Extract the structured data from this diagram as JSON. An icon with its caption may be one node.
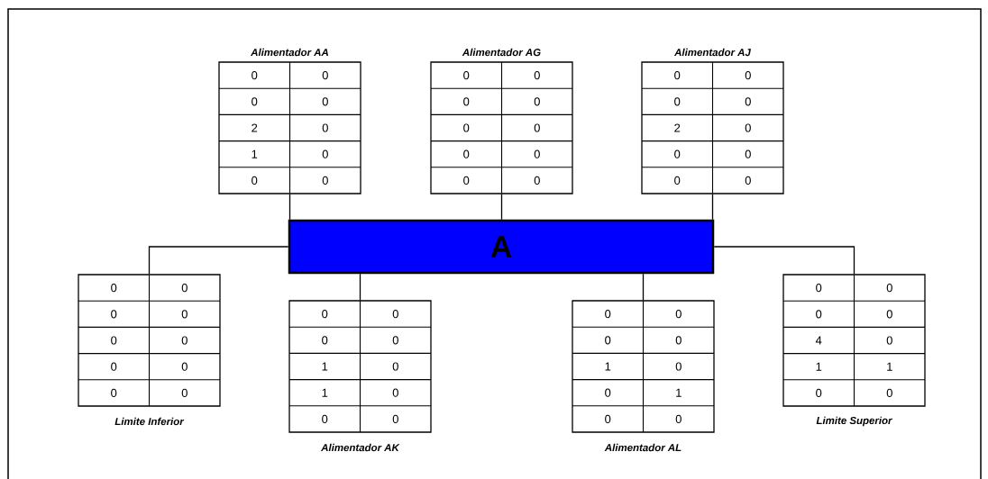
{
  "diagram": {
    "nodes": [
      {
        "text": [
          "Alimentador AA",
          "0",
          "0",
          "0",
          "0",
          "2",
          "0",
          "1",
          "0",
          "0",
          "0"
        ]
      },
      {
        "text": [
          "Alimentador AG",
          "0",
          "0",
          "0",
          "0",
          "0",
          "0",
          "0",
          "0",
          "0",
          "0"
        ]
      },
      {
        "text": [
          "Alimentador AJ",
          "0",
          "0",
          "0",
          "0",
          "2",
          "0",
          "0",
          "0",
          "0",
          "0"
        ]
      },
      {
        "text": [
          "A"
        ]
      },
      {
        "text": [
          "Limite Inferior",
          "0",
          "0",
          "0",
          "0",
          "0",
          "0",
          "0",
          "0",
          "0",
          "0"
        ]
      },
      {
        "text": [
          "Alimentador AK",
          "0",
          "0",
          "0",
          "0",
          "1",
          "0",
          "1",
          "0",
          "0",
          "0"
        ]
      },
      {
        "text": [
          "Alimentador AL",
          "0",
          "0",
          "0",
          "0",
          "1",
          "0",
          "0",
          "1",
          "0",
          "0"
        ]
      },
      {
        "text": [
          "Limite Superior",
          "0",
          "0",
          "0",
          "0",
          "4",
          "0",
          "1",
          "1",
          "0",
          "0"
        ]
      }
    ],
    "edges": [
      {
        "from": 0,
        "to": 3,
        "arrow": "none"
      },
      {
        "from": 1,
        "to": 3,
        "arrow": "none"
      },
      {
        "from": 2,
        "to": 3,
        "arrow": "none"
      },
      {
        "from": 3,
        "to": 4,
        "arrow": "none"
      },
      {
        "from": 3,
        "to": 5,
        "arrow": "none"
      },
      {
        "from": 3,
        "to": 6,
        "arrow": "none"
      },
      {
        "from": 3,
        "to": 7,
        "arrow": "none"
      }
    ]
  }
}
